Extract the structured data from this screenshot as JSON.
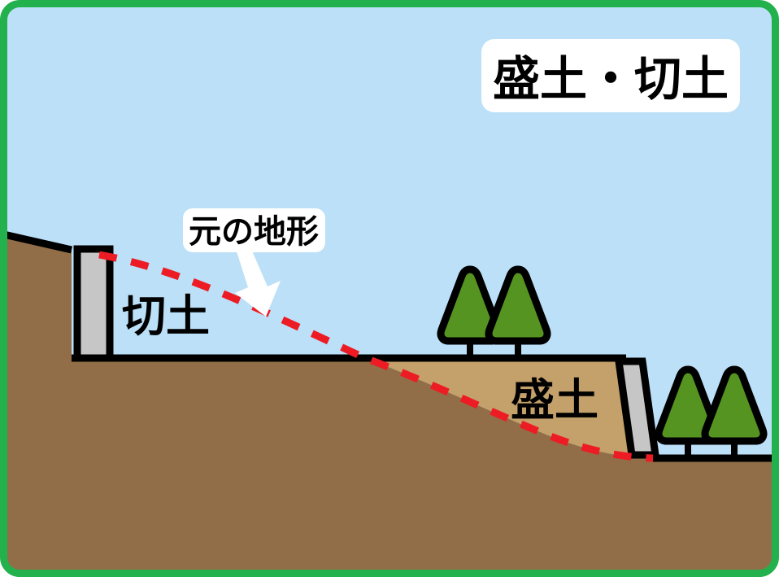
{
  "diagram": {
    "title_badge": {
      "text": "盛土・切土",
      "background": "#FFFFFF",
      "text_color": "#000000"
    },
    "callout": {
      "text": "元の地形",
      "background": "#FFFFFF",
      "text_color": "#000000",
      "arrow_color": "#FFFFFF",
      "arrow_outline": "#FFFFFF"
    },
    "labels": [
      {
        "name": "cut-earth",
        "text": "切土"
      },
      {
        "name": "fill-earth",
        "text": "盛土"
      }
    ],
    "colors": {
      "border": "#22B14C",
      "sky": "#BBE0F8",
      "soil": "#916E47",
      "fill_soil": "#C4A06A",
      "wall": "#C6C6C6",
      "outline": "#000000",
      "original_ground_line": "#ED1C24",
      "tree_foliage": "#559420",
      "tree_outline": "#000000",
      "tree_trunk": "#000000"
    },
    "elements": {
      "left_retaining_wall": "left-retaining-wall",
      "right_retaining_wall": "right-retaining-wall",
      "original_ground_dashed_line": "original-ground-dashed-line",
      "terrace_surface": "terrace-surface",
      "trees_on_terrace_count": 2,
      "trees_on_lower_ground_count": 2
    }
  }
}
